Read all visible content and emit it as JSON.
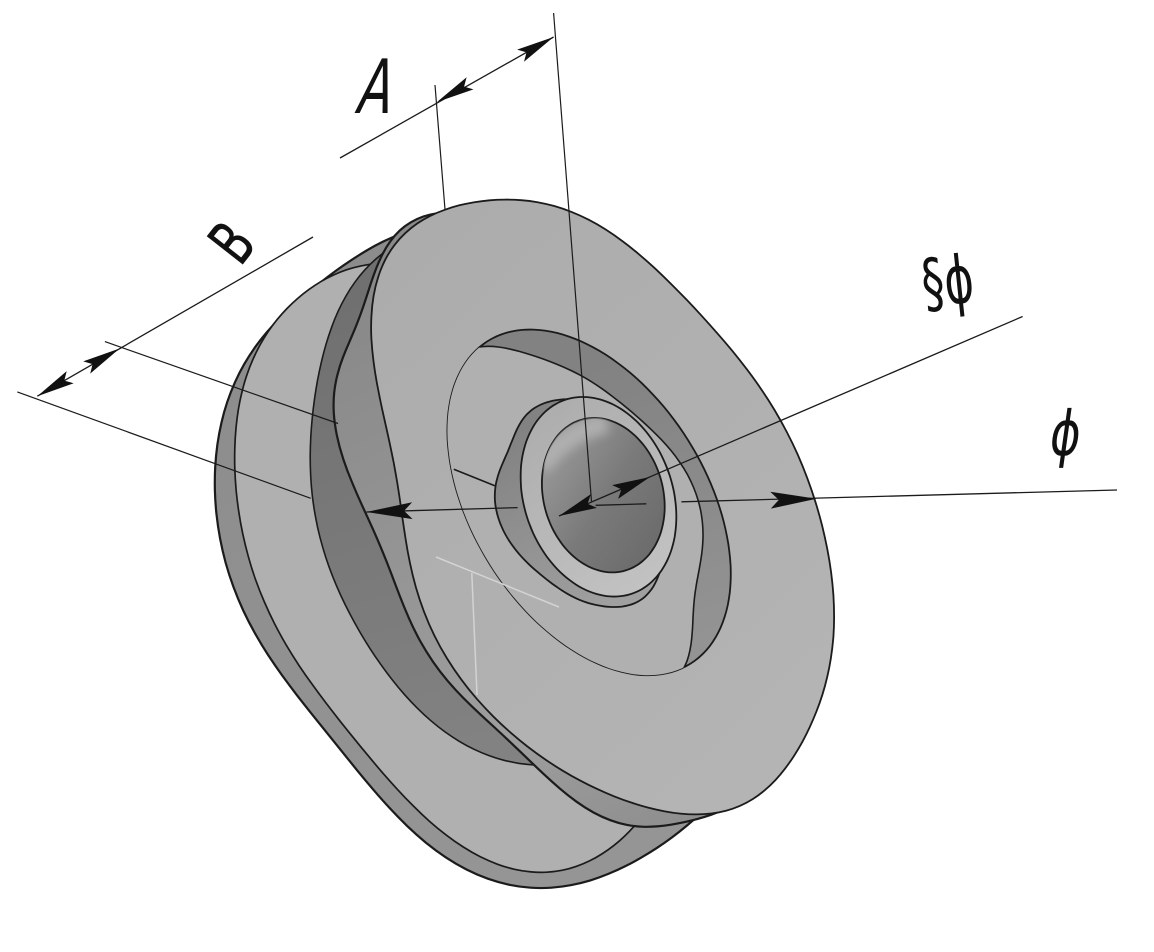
{
  "diagram": {
    "type": "cad-isometric-view",
    "subject": "grooved pulley (sheave) with hub and bore",
    "background": "#ffffff"
  },
  "labels": {
    "dim_a": "A",
    "dim_b": "B",
    "dim_bore": "§ϕ",
    "dim_outer": "ϕ"
  },
  "colors": {
    "outline": "#1b1b1b",
    "face_light": "#b1b1b1",
    "rim_gray": "#8e8e8e",
    "groove_dark": "#7a7a7a",
    "bore_dark": "#6d6d6d",
    "seam_light": "#d3d3d3"
  }
}
